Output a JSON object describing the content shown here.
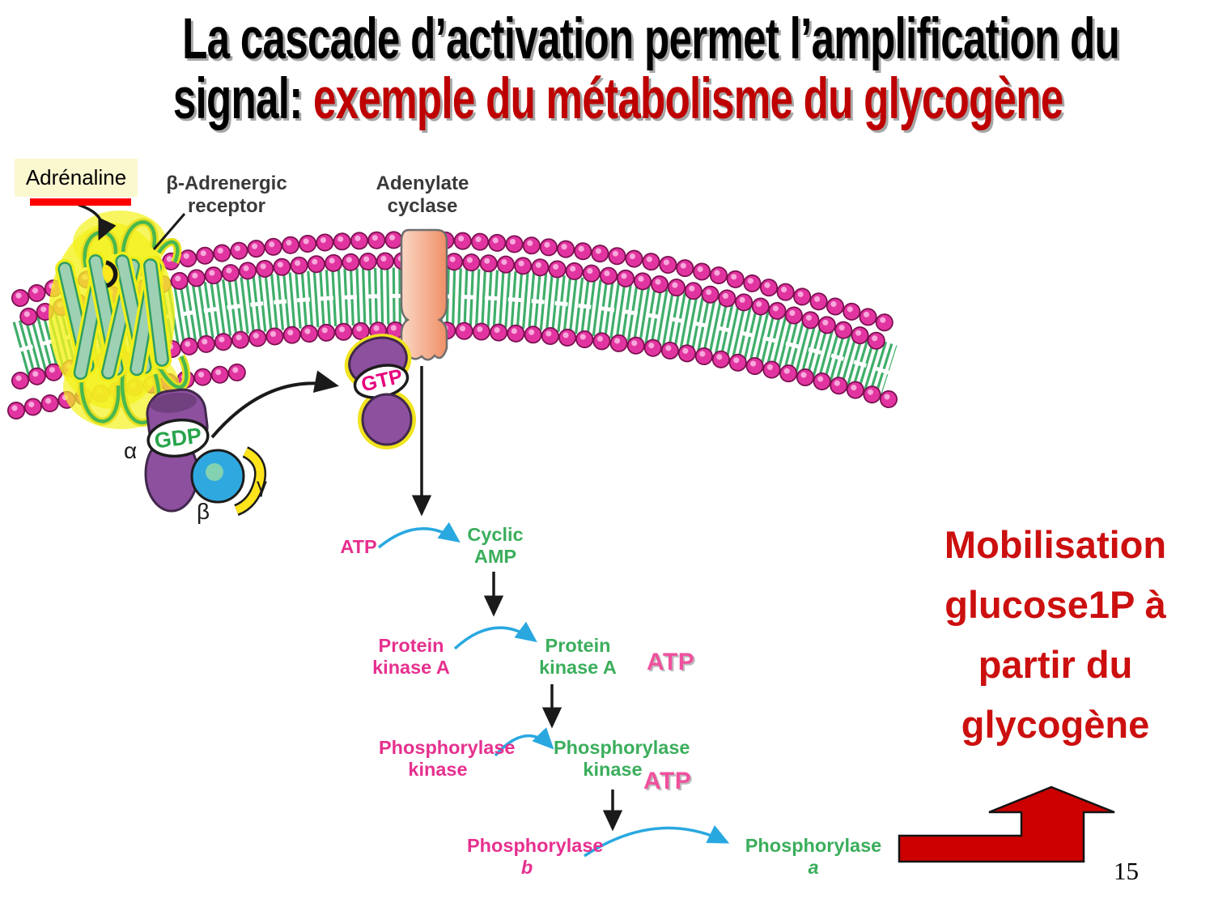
{
  "slide": {
    "title": {
      "line1": "La cascade d’activation permet l’amplification du",
      "line2_black": "signal:",
      "line2_red": "exemple du métabolisme du glycogène"
    },
    "page_number": "15"
  },
  "membrane": {
    "ligand_label": "Adrénaline",
    "receptor_label": [
      "β-Adrenergic",
      "receptor"
    ],
    "enzyme_label": [
      "Adenylate",
      "cyclase"
    ]
  },
  "g_protein": {
    "alpha": "α",
    "beta": "β",
    "gamma": "γ",
    "gdp": "GDP",
    "gtp": "GTP"
  },
  "cascade": {
    "atp_substrate": "ATP",
    "camp": [
      "Cyclic",
      "AMP"
    ],
    "atp_cofactor": "ATP",
    "steps": [
      {
        "inactive": [
          "Protein",
          "kinase A"
        ],
        "active": [
          "Protein",
          "kinase A"
        ]
      },
      {
        "inactive": [
          "Phosphorylase",
          "kinase"
        ],
        "active": [
          "Phosphorylase",
          "kinase"
        ]
      },
      {
        "inactive": [
          "Phosphorylase",
          "b"
        ],
        "active": [
          "Phosphorylase",
          "a"
        ]
      }
    ]
  },
  "callout": {
    "lines": [
      "Mobilisation",
      "glucose1P à",
      "partir du",
      "glycogène"
    ]
  },
  "colors": {
    "title_red": "#be0000",
    "callout_red": "#cc0f0f",
    "inactive_magenta": "#e6308f",
    "active_green": "#3bae5c",
    "atp_pink": "#f0509e",
    "arrow_blue": "#29a8e0",
    "membrane_head_pink": "#e234a0",
    "membrane_tail_green": "#3fae6a",
    "red_arrow": "#cc0000",
    "ligand_box_yellow": "#fbf8d0"
  }
}
